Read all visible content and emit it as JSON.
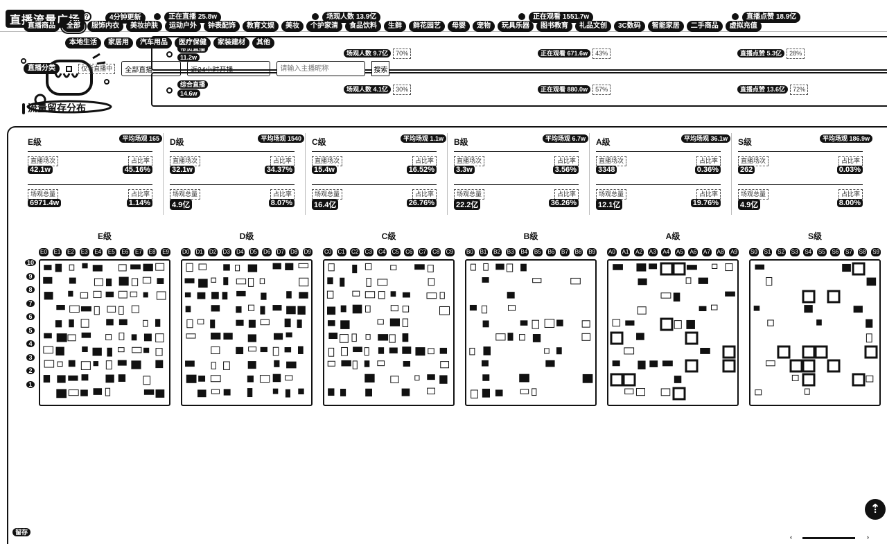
{
  "header": {
    "title": "直播流量广场",
    "update_badge": "4分钟更新",
    "stats": [
      {
        "label": "正在直播",
        "value": "25.8w"
      },
      {
        "label": "场观人数",
        "value": "13.9亿"
      },
      {
        "label": "正在观看",
        "value": "1551.7w"
      },
      {
        "label": "直播点赞",
        "value": "18.9亿"
      }
    ]
  },
  "live_types": [
    {
      "name": "带货直播",
      "count": "11.2w",
      "cells": [
        {
          "label": "场观人数",
          "value": "9.7亿",
          "pct": "70%"
        },
        {
          "label": "正在观看",
          "value": "671.6w",
          "pct": "43%"
        },
        {
          "label": "直播点赞",
          "value": "5.3亿",
          "pct": "28%"
        }
      ]
    },
    {
      "name": "综合直播",
      "count": "14.6w",
      "cells": [
        {
          "label": "场观人数",
          "value": "4.1亿",
          "pct": "30%"
        },
        {
          "label": "正在观看",
          "value": "880.0w",
          "pct": "57%"
        },
        {
          "label": "直播点赞",
          "value": "13.6亿",
          "pct": "72%"
        }
      ]
    }
  ],
  "categories": {
    "row1": [
      "直播商品",
      "全部",
      "服饰内衣",
      "美妆护肤",
      "运动户外",
      "钟表配饰",
      "教育文娱",
      "美妆",
      "个护家清",
      "食品饮料",
      "生鲜",
      "鲜花园艺",
      "母婴",
      "宠物",
      "玩具乐器",
      "图书教育",
      "礼品文创",
      "3C数码",
      "智能家居",
      "二手商品",
      "虚拟充值"
    ],
    "row2": [
      "本地生活",
      "家居用",
      "汽车用品",
      "医疗保健",
      "家装建材",
      "其他"
    ],
    "selected": "全部"
  },
  "filters": {
    "type_label": "直播分类",
    "check_label": "仅看直播中",
    "select1": "全部直播",
    "select2": "近24小时开播",
    "search_placeholder": "请输入主播昵称",
    "search_button": "搜索"
  },
  "section_title": "流量留存分布",
  "tiers": [
    {
      "name": "E级",
      "avg_label": "平均场观",
      "avg": "165",
      "m1_label": "直播场次",
      "m1": "42.1w",
      "m1p_label": "占比率",
      "m1p": "45.16%",
      "m2_label": "场观总量",
      "m2": "6971.4w",
      "m2p_label": "占比率",
      "m2p": "1.14%"
    },
    {
      "name": "D级",
      "avg_label": "平均场观",
      "avg": "1540",
      "m1_label": "直播场次",
      "m1": "32.1w",
      "m1p_label": "占比率",
      "m1p": "34.37%",
      "m2_label": "场观总量",
      "m2": "4.9亿",
      "m2p_label": "占比率",
      "m2p": "8.07%"
    },
    {
      "name": "C级",
      "avg_label": "平均场观",
      "avg": "1.1w",
      "m1_label": "直播场次",
      "m1": "15.4w",
      "m1p_label": "占比率",
      "m1p": "16.52%",
      "m2_label": "场观总量",
      "m2": "16.4亿",
      "m2p_label": "占比率",
      "m2p": "26.76%"
    },
    {
      "name": "B级",
      "avg_label": "平均场观",
      "avg": "6.7w",
      "m1_label": "直播场次",
      "m1": "3.3w",
      "m1p_label": "占比率",
      "m1p": "3.56%",
      "m2_label": "场观总量",
      "m2": "22.2亿",
      "m2p_label": "占比率",
      "m2p": "36.26%"
    },
    {
      "name": "A级",
      "avg_label": "平均场观",
      "avg": "36.1w",
      "m1_label": "直播场次",
      "m1": "3348",
      "m1p_label": "占比率",
      "m1p": "0.36%",
      "m2_label": "场观总量",
      "m2": "12.1亿",
      "m2p_label": "占比率",
      "m2p": "19.76%"
    },
    {
      "name": "S级",
      "avg_label": "平均场观",
      "avg": "186.9w",
      "m1_label": "直播场次",
      "m1": "262",
      "m1p_label": "占比率",
      "m1p": "0.03%",
      "m2_label": "场观总量",
      "m2": "4.9亿",
      "m2p_label": "占比率",
      "m2p": "8.00%"
    }
  ],
  "grids": [
    {
      "name": "E级",
      "cols": [
        "E0",
        "E1",
        "E2",
        "E3",
        "E4",
        "E5",
        "E6",
        "E7",
        "E8",
        "E9"
      ]
    },
    {
      "name": "D级",
      "cols": [
        "D0",
        "D1",
        "D2",
        "D3",
        "D4",
        "D5",
        "D6",
        "D7",
        "D8",
        "D9"
      ]
    },
    {
      "name": "C级",
      "cols": [
        "C0",
        "C1",
        "C2",
        "C3",
        "C4",
        "C5",
        "C6",
        "C7",
        "C8",
        "C9"
      ]
    },
    {
      "name": "B级",
      "cols": [
        "B0",
        "B1",
        "B2",
        "B3",
        "B4",
        "B5",
        "B6",
        "B7",
        "B8",
        "B9"
      ]
    },
    {
      "name": "A级",
      "cols": [
        "A0",
        "A1",
        "A2",
        "A3",
        "A4",
        "A5",
        "A6",
        "A7",
        "A8",
        "A9"
      ]
    },
    {
      "name": "S级",
      "cols": [
        "S0",
        "S1",
        "S2",
        "S3",
        "S4",
        "S5",
        "S6",
        "S7",
        "S8",
        "S9"
      ]
    }
  ],
  "row_labels": [
    "10",
    "9",
    "8",
    "7",
    "6",
    "5",
    "4",
    "3",
    "2",
    "1"
  ],
  "base_label": "留存",
  "scroll": {
    "left": "‹",
    "right": "›"
  },
  "to_top": "⇡"
}
